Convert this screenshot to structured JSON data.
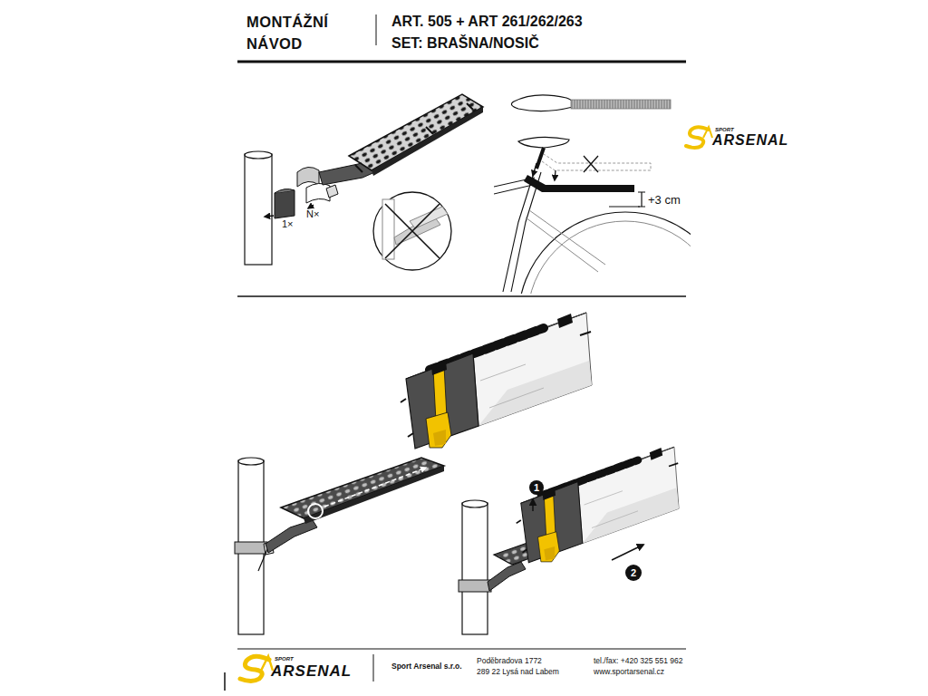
{
  "diagram": {
    "title": "MONTÁŽNÍ NÁVOD",
    "nodes": [
      {
        "text": [
          "1"
        ]
      },
      {
        "text": [
          "2"
        ]
      }
    ],
    "labels": [
      "ART. 505 + ART 261/262/263 SET: BRAŠNA/NOSIČ",
      "SPORT",
      "ARSENAL",
      "1×",
      "N×",
      "+3 cm",
      "SPORT",
      "ARSENAL",
      "Sport Arsenal s.r.o.",
      "Poděbradova 1772",
      "289 22 Lysá nad Labem",
      "tel./fax: +420 325 551 962",
      "www.sportarsenal.cz"
    ]
  }
}
